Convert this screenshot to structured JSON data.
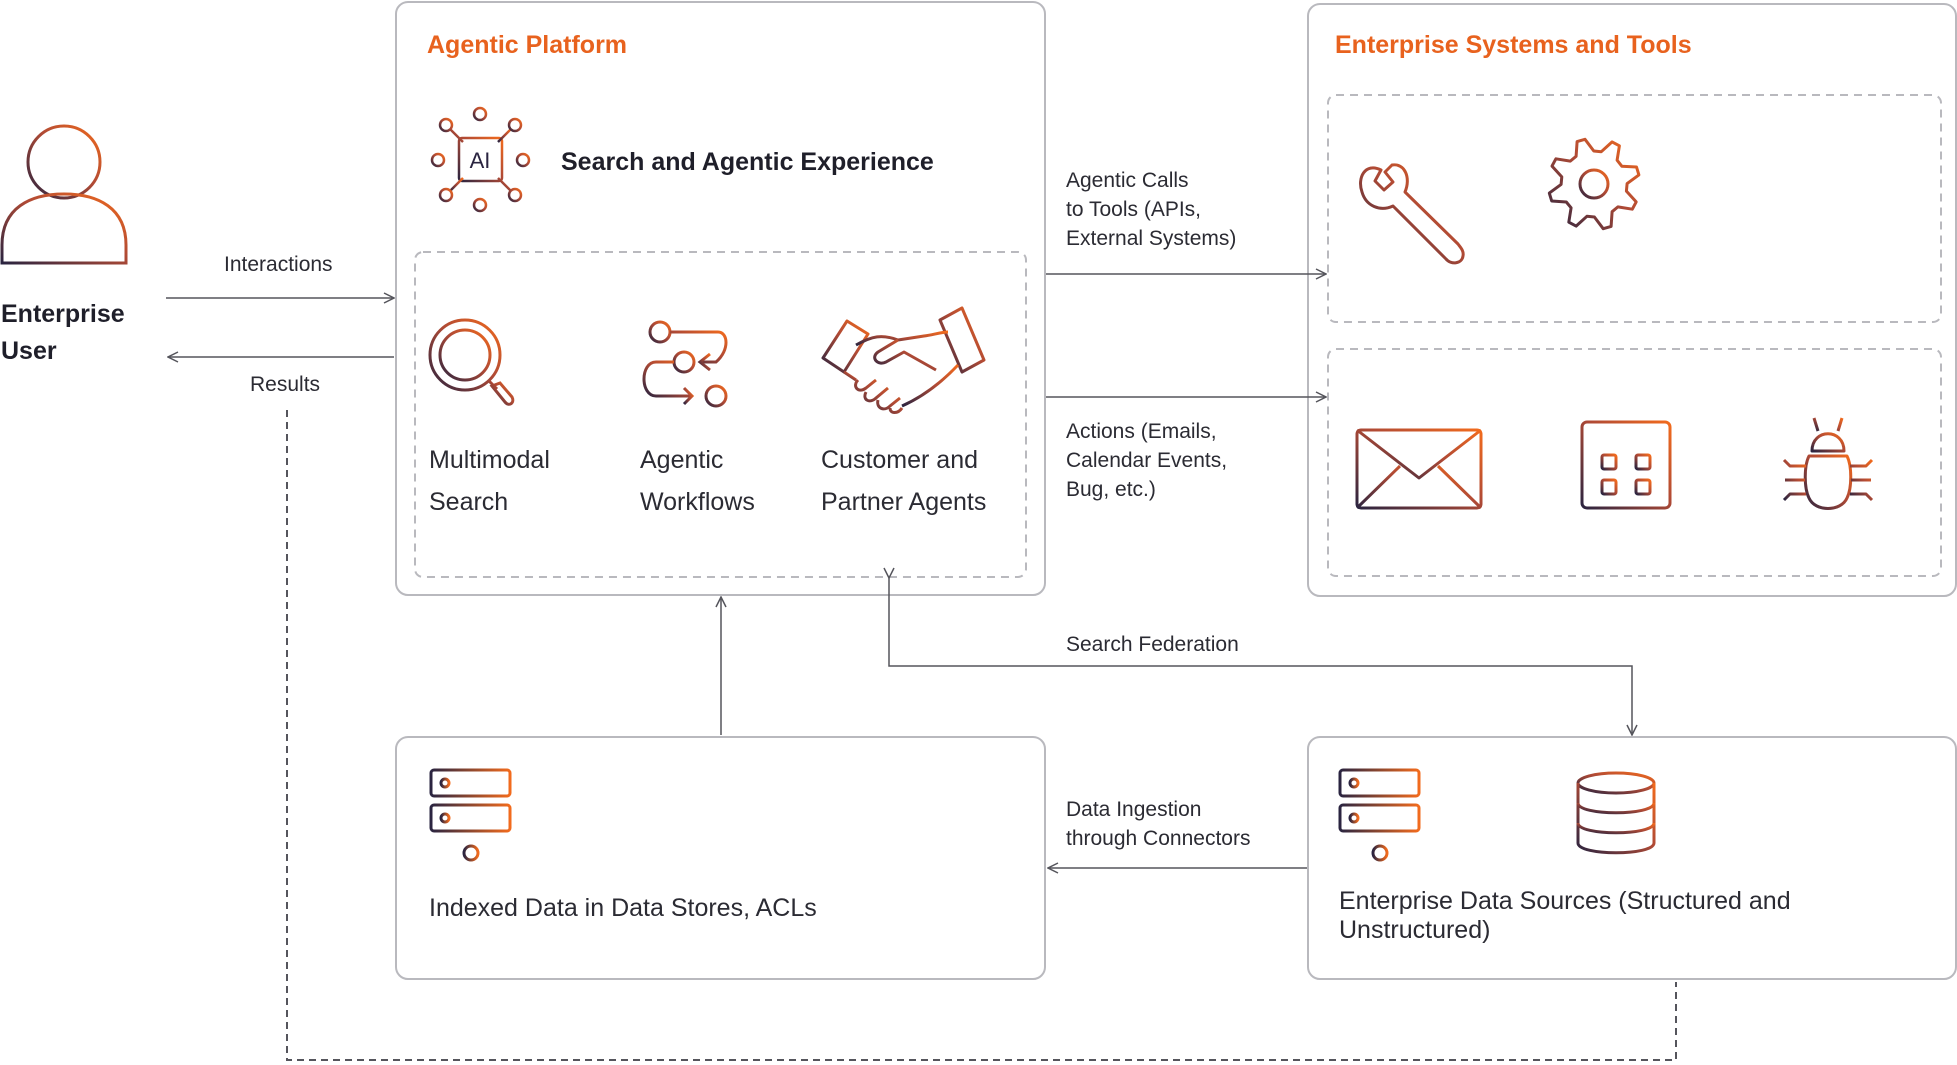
{
  "user": {
    "label": "Enterprise\nUser"
  },
  "edges": {
    "interactions": "Interactions",
    "results": "Results",
    "agentic_calls": "Agentic Calls\nto Tools (APIs,\nExternal Systems)",
    "actions": "Actions (Emails,\nCalendar Events,\nBug, etc.)",
    "search_federation": "Search Federation",
    "data_ingestion": "Data Ingestion\nthrough Connectors"
  },
  "platform": {
    "title": "Agentic Platform",
    "ai_badge": "AI",
    "experience": "Search and Agentic Experience",
    "items": [
      {
        "label": "Multimodal\nSearch",
        "icon": "magnifier-icon"
      },
      {
        "label": "Agentic\nWorkflows",
        "icon": "workflow-icon"
      },
      {
        "label": "Customer and\nPartner Agents",
        "icon": "handshake-icon"
      }
    ]
  },
  "enterprise_systems": {
    "title": "Enterprise Systems and Tools",
    "tools_icons": [
      "wrench-icon",
      "gear-icon"
    ],
    "action_icons": [
      "envelope-icon",
      "calendar-icon",
      "bug-icon"
    ]
  },
  "indexed_data": {
    "label": "Indexed Data in Data Stores, ACLs",
    "icon": "server-icon"
  },
  "data_sources": {
    "label": "Enterprise Data Sources (Structured and\nUnstructured)",
    "icons": [
      "server-icon",
      "database-icon"
    ]
  },
  "colors": {
    "accent": "#e8621e",
    "icon_dark": "#2a2440",
    "border": "#b9b9be",
    "line": "#55555c"
  }
}
